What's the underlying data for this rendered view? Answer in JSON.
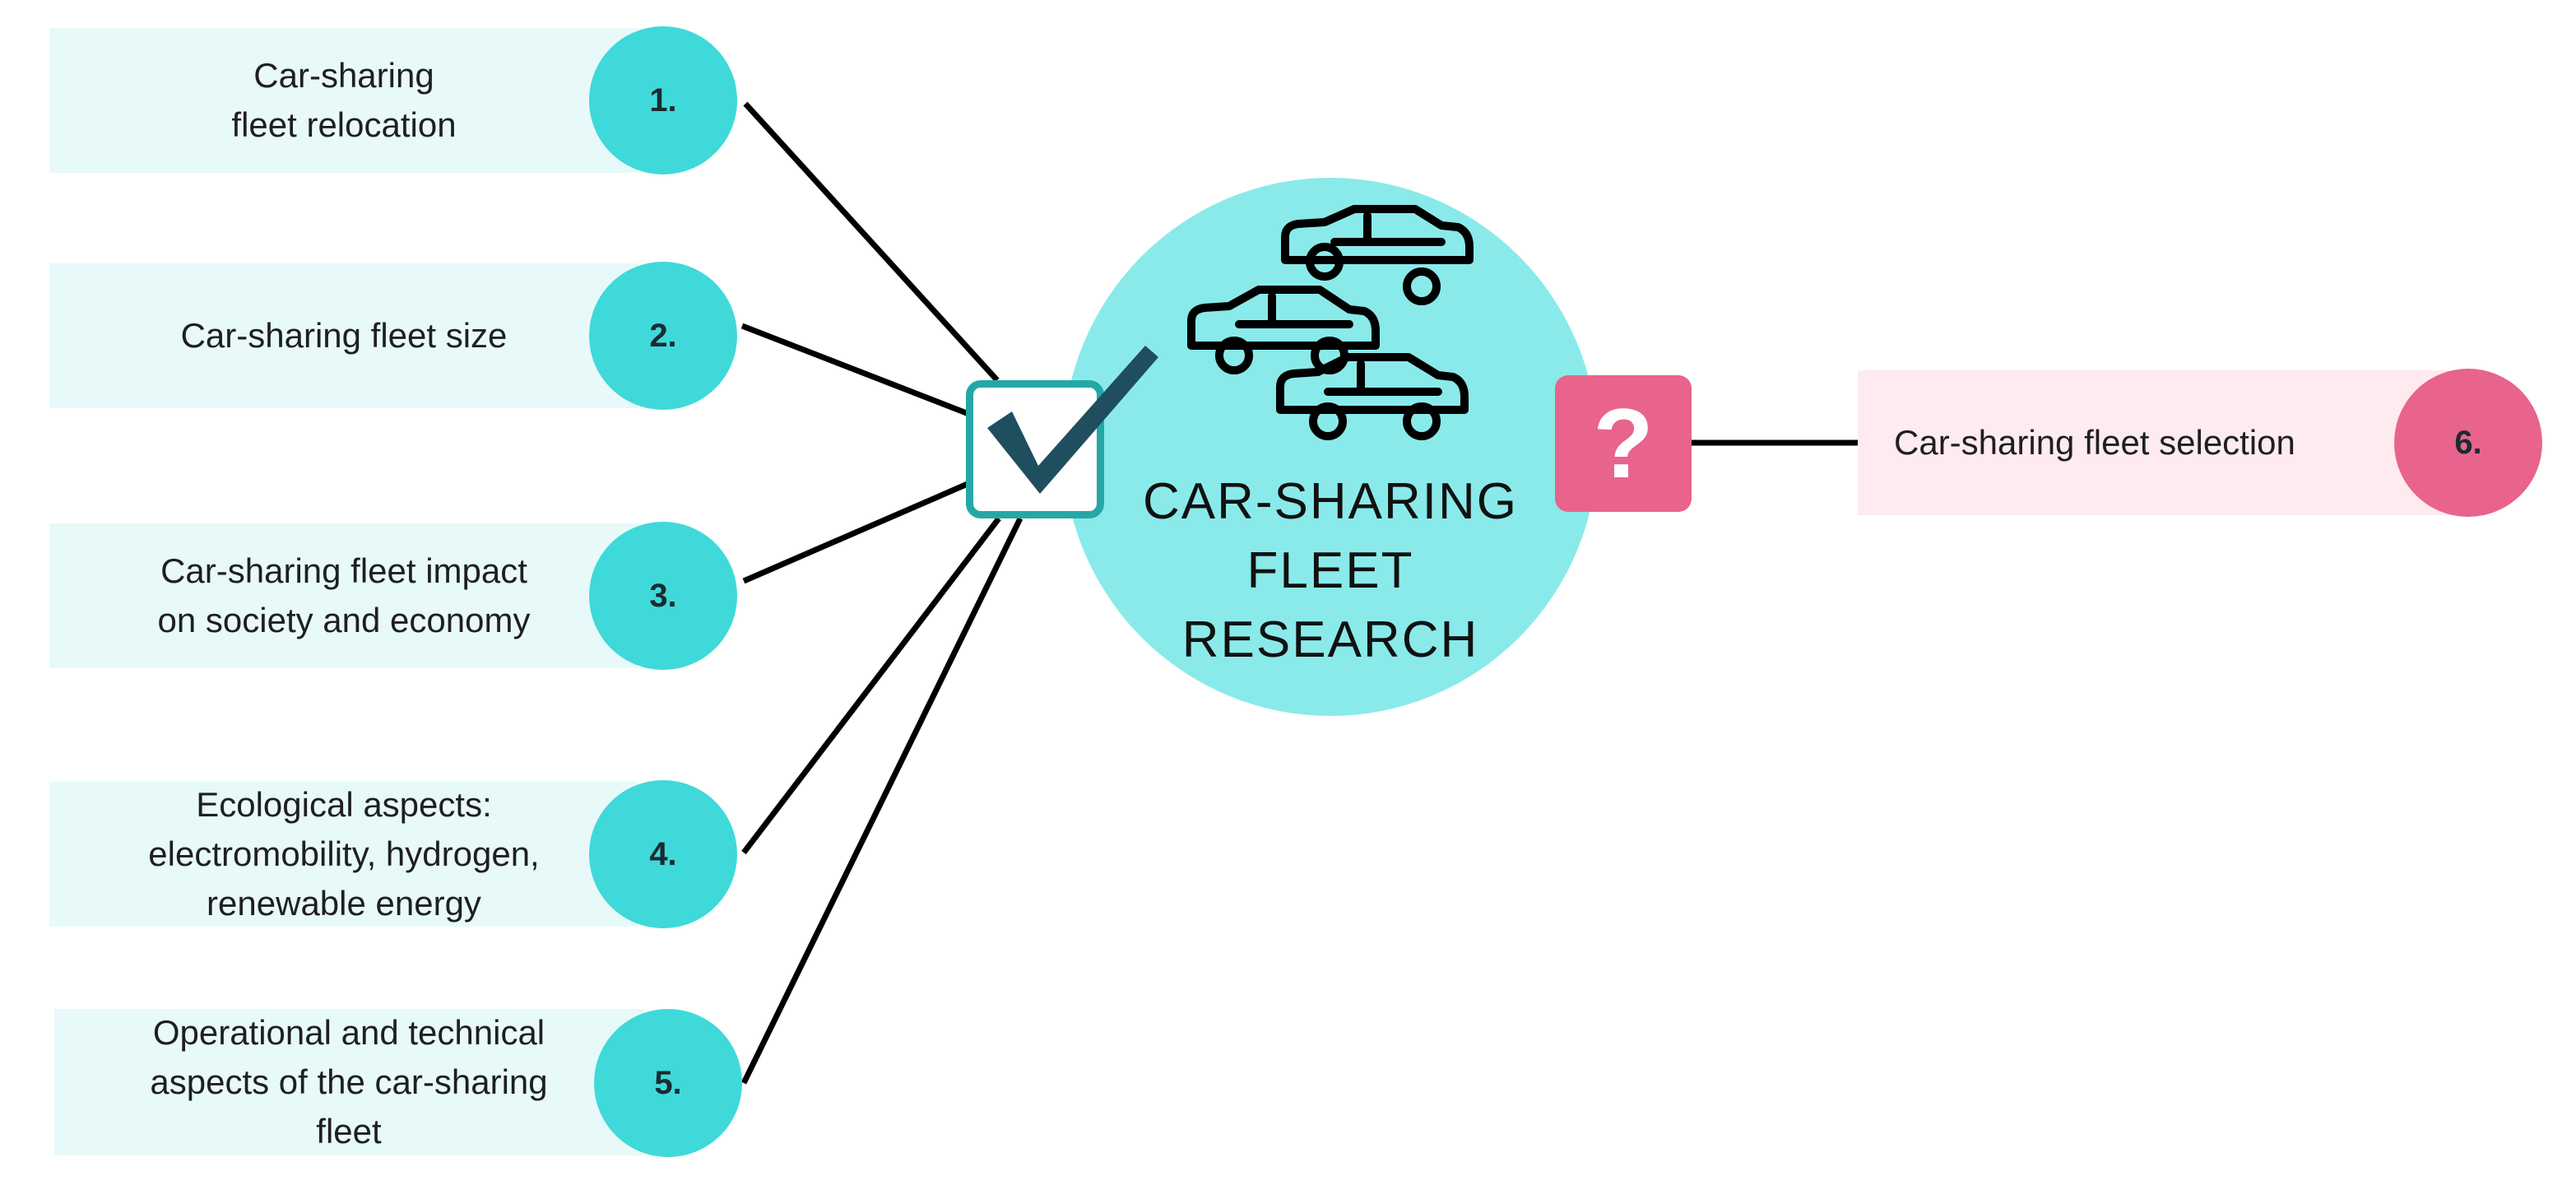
{
  "items": [
    {
      "text": "Car-sharing\nfleet relocation",
      "number": "1."
    },
    {
      "text": "Car-sharing fleet size",
      "number": "2."
    },
    {
      "text": "Car-sharing fleet impact\non society and economy",
      "number": "3."
    },
    {
      "text": "Ecological aspects:\nelectromobility, hydrogen,\nrenewable energy",
      "number": "4."
    },
    {
      "text": "Operational and technical\naspects of the car-sharing\nfleet",
      "number": "5."
    }
  ],
  "selection": {
    "text": "Car-sharing fleet selection",
    "number": "6."
  },
  "hub": {
    "title": "CAR-SHARING\nFLEET\nRESEARCH",
    "icon": "cars-icon"
  },
  "markers": {
    "check_icon": "checkmark-icon",
    "question_label": "?"
  },
  "colors": {
    "teal_circle": "#3fd9d9",
    "teal_box": "#e8f9f9",
    "hub": "#8aeaea",
    "check_border": "#26a7a7",
    "check_mark": "#1f4e5f",
    "pink": "#e8648c",
    "pink_box": "#fdebf0"
  }
}
